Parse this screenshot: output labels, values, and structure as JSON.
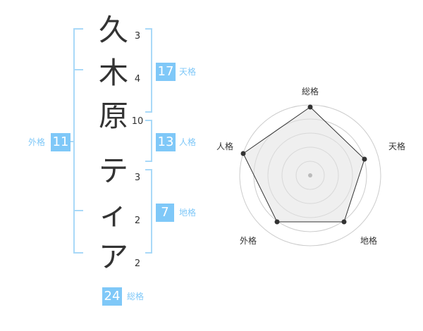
{
  "name": {
    "chars": [
      {
        "char": "久",
        "strokes": "3"
      },
      {
        "char": "木",
        "strokes": "4"
      },
      {
        "char": "原",
        "strokes": "10"
      },
      {
        "char": "テ",
        "strokes": "3"
      },
      {
        "char": "ィ",
        "strokes": "2"
      },
      {
        "char": "ア",
        "strokes": "2"
      }
    ]
  },
  "fortunes": {
    "tenkaku": {
      "value": "17",
      "label": "天格"
    },
    "jinkaku": {
      "value": "13",
      "label": "人格"
    },
    "chikaku": {
      "value": "7",
      "label": "地格"
    },
    "gaikaku": {
      "value": "11",
      "label": "外格"
    },
    "soukaku": {
      "value": "24",
      "label": "総格"
    }
  },
  "radar": {
    "labels": {
      "soukaku": "総格",
      "tenkaku": "天格",
      "chikaku": "地格",
      "gaikaku": "外格",
      "jinkaku": "人格"
    },
    "colors": {
      "fill": "#efefef",
      "stroke": "#333333",
      "ring": "#cccccc",
      "center": "#bbbbbb"
    }
  }
}
